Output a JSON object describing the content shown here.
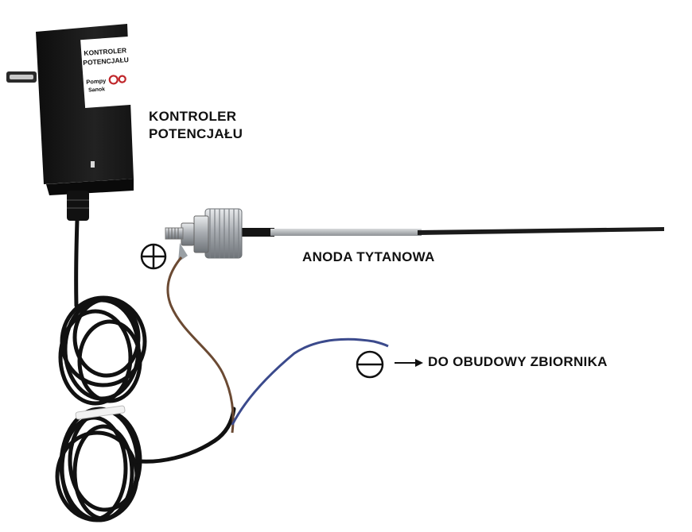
{
  "sticker": {
    "line1": "KONTROLER",
    "line2": "POTENCJAŁU",
    "brand_top": "Pompy",
    "brand_bottom": "Sanok"
  },
  "labels": {
    "controller_line1": "KONTROLER",
    "controller_line2": "POTENCJAŁU",
    "anode": "ANODA TYTANOWA",
    "tank": "DO OBUDOWY ZBIORNIKA"
  },
  "symbols": {
    "plus": "plus-circle-icon",
    "minus": "minus-circle-icon",
    "arrow": "arrow-right-icon"
  },
  "colors": {
    "adapter": "#1a1a1a",
    "cable": "#111111",
    "brown_wire": "#6b4a33",
    "blue_wire": "#3b4a8c",
    "metal": "#b8bcc0",
    "brand_red": "#c0262a"
  }
}
